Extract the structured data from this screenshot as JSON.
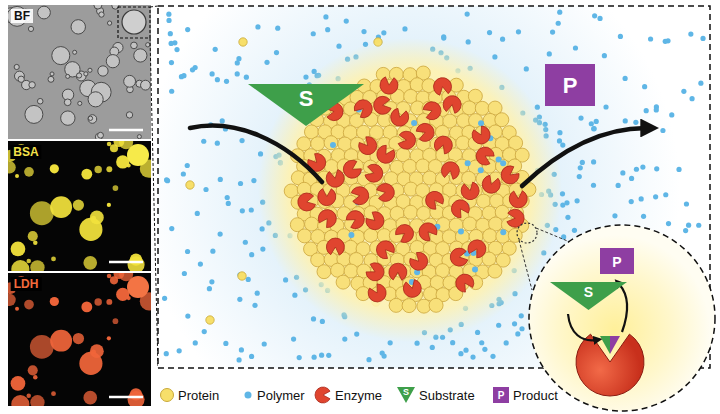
{
  "diagram": {
    "nodes": [
      {
        "text": [
          "S"
        ]
      },
      {
        "text": [
          "P"
        ]
      },
      {
        "text": [
          "S"
        ]
      },
      {
        "text": [
          "P"
        ]
      }
    ],
    "labels": [
      "BF",
      "BSA",
      "LDH",
      "S",
      "P"
    ],
    "legend": [
      {
        "text": "Protein",
        "color": "#f7df6a"
      },
      {
        "text": "Polymer",
        "color": "#5fb6e6"
      },
      {
        "text": "Enzyme"
      },
      {
        "text": "Substrate"
      },
      {
        "text": "Product"
      }
    ]
  }
}
